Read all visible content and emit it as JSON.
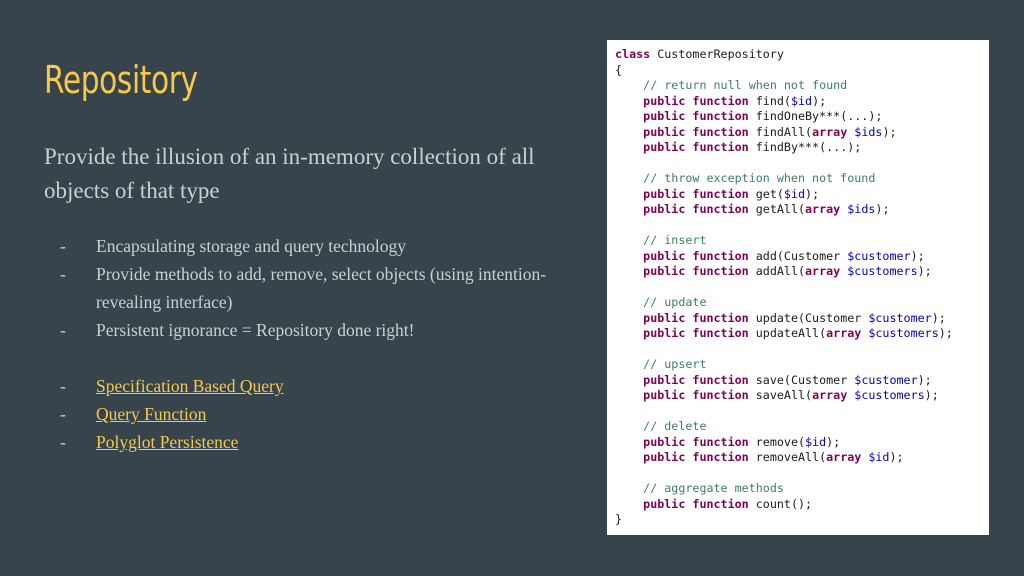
{
  "title": "Repository",
  "subtitle": "Provide the illusion of an in-memory collection of all objects of that type",
  "bullets": [
    "Encapsulating storage and query technology",
    "Provide methods to add, remove, select objects (using intention-revealing interface)",
    "Persistent ignorance = Repository done right!"
  ],
  "links": [
    "Specification Based Query",
    "Query Function",
    "Polyglot Persistence"
  ],
  "colors": {
    "background": "#37444c",
    "title": "#f6c84b",
    "text": "#c9d0d4",
    "link": "#f6c84b"
  },
  "code_lines": [
    [
      {
        "t": "class",
        "c": "kw"
      },
      {
        "t": " CustomerRepository"
      }
    ],
    [
      {
        "t": "{"
      }
    ],
    [
      {
        "t": "    "
      },
      {
        "t": "// return null when not found",
        "c": "cm"
      }
    ],
    [
      {
        "t": "    "
      },
      {
        "t": "public function",
        "c": "kw"
      },
      {
        "t": " find("
      },
      {
        "t": "$id",
        "c": "var"
      },
      {
        "t": ");"
      }
    ],
    [
      {
        "t": "    "
      },
      {
        "t": "public function",
        "c": "kw"
      },
      {
        "t": " findOneBy***(...);"
      }
    ],
    [
      {
        "t": "    "
      },
      {
        "t": "public function",
        "c": "kw"
      },
      {
        "t": " findAll("
      },
      {
        "t": "array",
        "c": "kw"
      },
      {
        "t": " "
      },
      {
        "t": "$ids",
        "c": "var"
      },
      {
        "t": ");"
      }
    ],
    [
      {
        "t": "    "
      },
      {
        "t": "public function",
        "c": "kw"
      },
      {
        "t": " findBy***(...);"
      }
    ],
    [
      {
        "t": ""
      }
    ],
    [
      {
        "t": "    "
      },
      {
        "t": "// throw exception when not found",
        "c": "cm"
      }
    ],
    [
      {
        "t": "    "
      },
      {
        "t": "public function",
        "c": "kw"
      },
      {
        "t": " get("
      },
      {
        "t": "$id",
        "c": "var"
      },
      {
        "t": ");"
      }
    ],
    [
      {
        "t": "    "
      },
      {
        "t": "public function",
        "c": "kw"
      },
      {
        "t": " getAll("
      },
      {
        "t": "array",
        "c": "kw"
      },
      {
        "t": " "
      },
      {
        "t": "$ids",
        "c": "var"
      },
      {
        "t": ");"
      }
    ],
    [
      {
        "t": ""
      }
    ],
    [
      {
        "t": "    "
      },
      {
        "t": "// insert",
        "c": "cm"
      }
    ],
    [
      {
        "t": "    "
      },
      {
        "t": "public function",
        "c": "kw"
      },
      {
        "t": " add(Customer "
      },
      {
        "t": "$customer",
        "c": "var"
      },
      {
        "t": ");"
      }
    ],
    [
      {
        "t": "    "
      },
      {
        "t": "public function",
        "c": "kw"
      },
      {
        "t": " addAll("
      },
      {
        "t": "array",
        "c": "kw"
      },
      {
        "t": " "
      },
      {
        "t": "$customers",
        "c": "var"
      },
      {
        "t": ");"
      }
    ],
    [
      {
        "t": ""
      }
    ],
    [
      {
        "t": "    "
      },
      {
        "t": "// update",
        "c": "cm"
      }
    ],
    [
      {
        "t": "    "
      },
      {
        "t": "public function",
        "c": "kw"
      },
      {
        "t": " update(Customer "
      },
      {
        "t": "$customer",
        "c": "var"
      },
      {
        "t": ");"
      }
    ],
    [
      {
        "t": "    "
      },
      {
        "t": "public function",
        "c": "kw"
      },
      {
        "t": " updateAll("
      },
      {
        "t": "array",
        "c": "kw"
      },
      {
        "t": " "
      },
      {
        "t": "$customers",
        "c": "var"
      },
      {
        "t": ");"
      }
    ],
    [
      {
        "t": ""
      }
    ],
    [
      {
        "t": "    "
      },
      {
        "t": "// upsert",
        "c": "cm"
      }
    ],
    [
      {
        "t": "    "
      },
      {
        "t": "public function",
        "c": "kw"
      },
      {
        "t": " save(Customer "
      },
      {
        "t": "$customer",
        "c": "var"
      },
      {
        "t": ");"
      }
    ],
    [
      {
        "t": "    "
      },
      {
        "t": "public function",
        "c": "kw"
      },
      {
        "t": " saveAll("
      },
      {
        "t": "array",
        "c": "kw"
      },
      {
        "t": " "
      },
      {
        "t": "$customers",
        "c": "var"
      },
      {
        "t": ");"
      }
    ],
    [
      {
        "t": ""
      }
    ],
    [
      {
        "t": "    "
      },
      {
        "t": "// delete",
        "c": "cm"
      }
    ],
    [
      {
        "t": "    "
      },
      {
        "t": "public function",
        "c": "kw"
      },
      {
        "t": " remove("
      },
      {
        "t": "$id",
        "c": "var"
      },
      {
        "t": ");"
      }
    ],
    [
      {
        "t": "    "
      },
      {
        "t": "public function",
        "c": "kw"
      },
      {
        "t": " removeAll("
      },
      {
        "t": "array",
        "c": "kw"
      },
      {
        "t": " "
      },
      {
        "t": "$id",
        "c": "var"
      },
      {
        "t": ");"
      }
    ],
    [
      {
        "t": ""
      }
    ],
    [
      {
        "t": "    "
      },
      {
        "t": "// aggregate methods",
        "c": "cm"
      }
    ],
    [
      {
        "t": "    "
      },
      {
        "t": "public function",
        "c": "kw"
      },
      {
        "t": " count();"
      }
    ],
    [
      {
        "t": "}"
      }
    ]
  ]
}
